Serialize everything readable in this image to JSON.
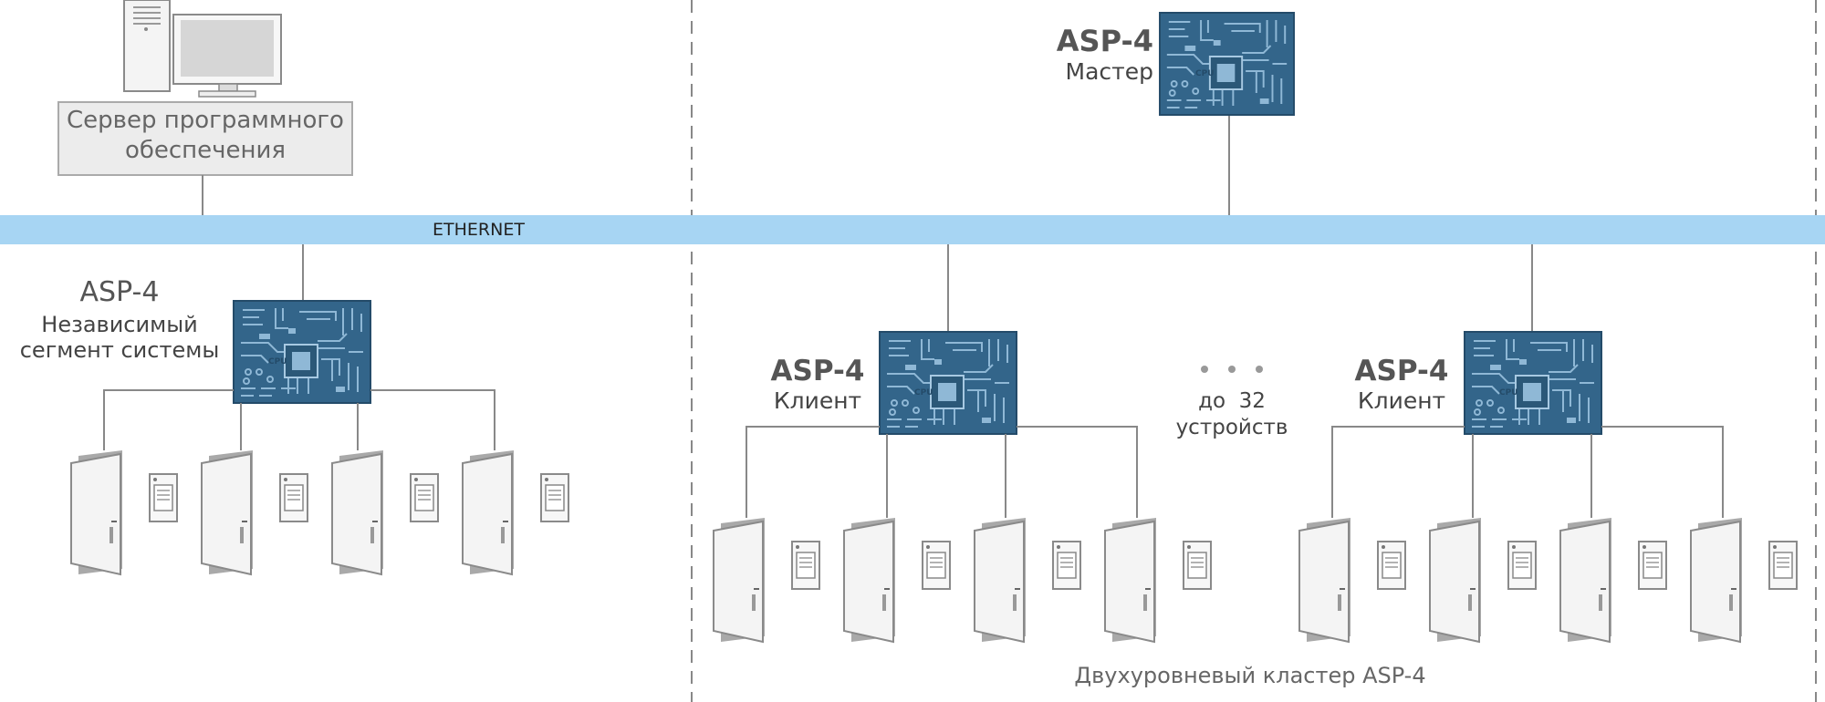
{
  "network": {
    "label": "ETHERNET"
  },
  "server": {
    "label_line1": "Сервер программного",
    "label_line2": "обеспечения"
  },
  "master": {
    "model": "ASP-4",
    "role": "Мастер"
  },
  "standalone": {
    "model": "ASP-4",
    "role_line1": "Независимый",
    "role_line2": "сегмент системы"
  },
  "client_left": {
    "model": "ASP-4",
    "role": "Клиент"
  },
  "client_right": {
    "model": "ASP-4",
    "role": "Клиент"
  },
  "board": {
    "chip_label": "CPU"
  },
  "ellipsis": {
    "line1": "до  32",
    "line2": "устройств"
  },
  "cluster": {
    "caption": "Двухуровневый кластер ASP-4"
  },
  "colors": {
    "ethernet": "#a7d5f3",
    "board": "#33658a",
    "trace": "#8fb8d6",
    "line": "#888888",
    "door": "#f4f4f4",
    "door_frame": "#8a8a8a",
    "server_box": "#ececec"
  }
}
